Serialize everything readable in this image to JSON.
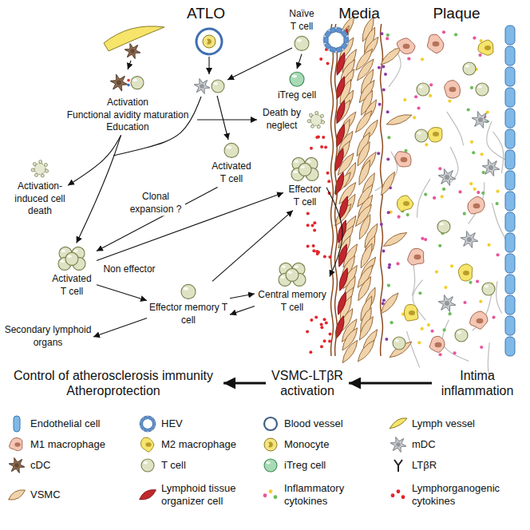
{
  "diagram": {
    "nodes": [
      {
        "text": [
          "Naïve T cell"
        ]
      },
      {
        "text": [
          "iTreg cell"
        ]
      },
      {
        "text": [
          "Activation",
          "Functional avidity maturation",
          "Education"
        ]
      },
      {
        "text": [
          "Death by neglect"
        ]
      },
      {
        "text": [
          "Activated T cell"
        ]
      },
      {
        "text": [
          "Activation-induced cell death"
        ]
      },
      {
        "text": [
          "Effector T cell"
        ]
      },
      {
        "text": [
          "Activated T cell"
        ]
      },
      {
        "text": [
          "Effector memory T cell"
        ]
      },
      {
        "text": [
          "Central memory T cell"
        ]
      },
      {
        "text": [
          "Secondary lymphoid organs"
        ]
      },
      {
        "text": [
          "Control of atherosclerosis immunity",
          "Atheroprotection"
        ]
      },
      {
        "text": [
          "VSMC-LTβR activation"
        ]
      },
      {
        "text": [
          "Intima inflammation"
        ]
      }
    ],
    "edges": [
      {
        "from": 0,
        "to": 1,
        "arrow": "to"
      },
      {
        "from": 2,
        "to": 3,
        "arrow": "to"
      },
      {
        "from": 2,
        "to": 5,
        "arrow": "to"
      },
      {
        "from": 2,
        "to": 7,
        "arrow": "to"
      },
      {
        "from": 4,
        "to": 7,
        "arrow": "to",
        "label": "Clonal expansion ?"
      },
      {
        "from": 7,
        "to": 6,
        "arrow": "to"
      },
      {
        "from": 7,
        "to": 8,
        "arrow": "to",
        "label": "Non effector"
      },
      {
        "from": 8,
        "to": 6,
        "arrow": "to"
      },
      {
        "from": 8,
        "to": 9,
        "arrow": "to"
      },
      {
        "from": 9,
        "to": 8,
        "arrow": "to"
      },
      {
        "from": 6,
        "to": 9,
        "arrow": "to"
      },
      {
        "from": 8,
        "to": 10,
        "arrow": "to"
      },
      {
        "from": 13,
        "to": 12,
        "arrow": "to"
      },
      {
        "from": 12,
        "to": 11,
        "arrow": "to"
      }
    ],
    "labels": [
      "ATLO",
      "Media",
      "Plaque"
    ],
    "legend": [
      {
        "text": "Endothelial cell"
      },
      {
        "text": "HEV"
      },
      {
        "text": "Blood vessel"
      },
      {
        "text": "Lymph vessel"
      },
      {
        "text": "M1 macrophage"
      },
      {
        "text": "M2 macrophage"
      },
      {
        "text": "Monocyte"
      },
      {
        "text": "mDC"
      },
      {
        "text": "cDC"
      },
      {
        "text": "T cell"
      },
      {
        "text": "iTreg cell"
      },
      {
        "text": "LTβR"
      },
      {
        "text": "VSMC"
      },
      {
        "text": "Lymphoid tissue organizer cell"
      },
      {
        "text": "Inflammatory cytokines"
      },
      {
        "text": "Lymphorganogenic cytokines"
      }
    ]
  }
}
